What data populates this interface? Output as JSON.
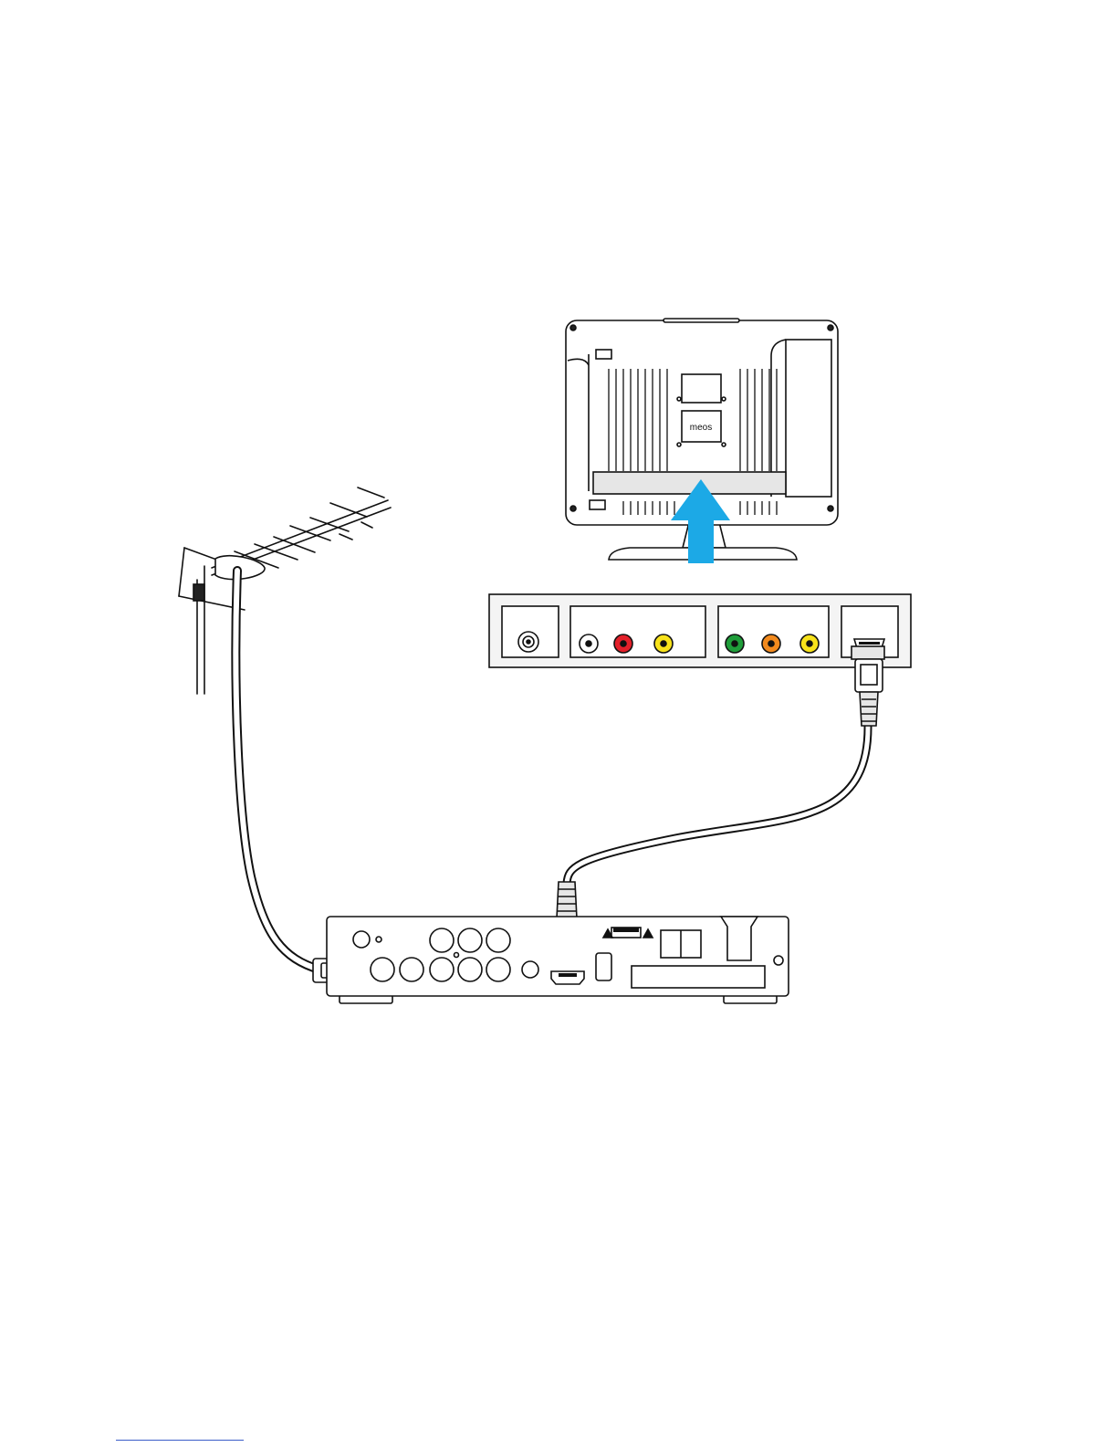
{
  "tv": {
    "brand_label": "meos"
  },
  "colors": {
    "line": "#111111",
    "arrow": "#1ca9e6",
    "jack_white": "#ffffff",
    "jack_red": "#e3202a",
    "jack_yellow": "#f7e21b",
    "jack_green": "#1f9d3a",
    "jack_orange": "#f28a1e",
    "panel_fill": "#f4f4f4",
    "shade": "#e6e6e6",
    "footer_line": "#3a5dc8"
  },
  "panel_ports": [
    {
      "group": "rf",
      "jacks": [
        "coax-antenna"
      ]
    },
    {
      "group": "composite",
      "jacks": [
        "white",
        "red",
        "yellow"
      ]
    },
    {
      "group": "component",
      "jacks": [
        "green",
        "orange",
        "yellow"
      ]
    },
    {
      "group": "hdmi",
      "jacks": [
        "hdmi"
      ]
    }
  ]
}
